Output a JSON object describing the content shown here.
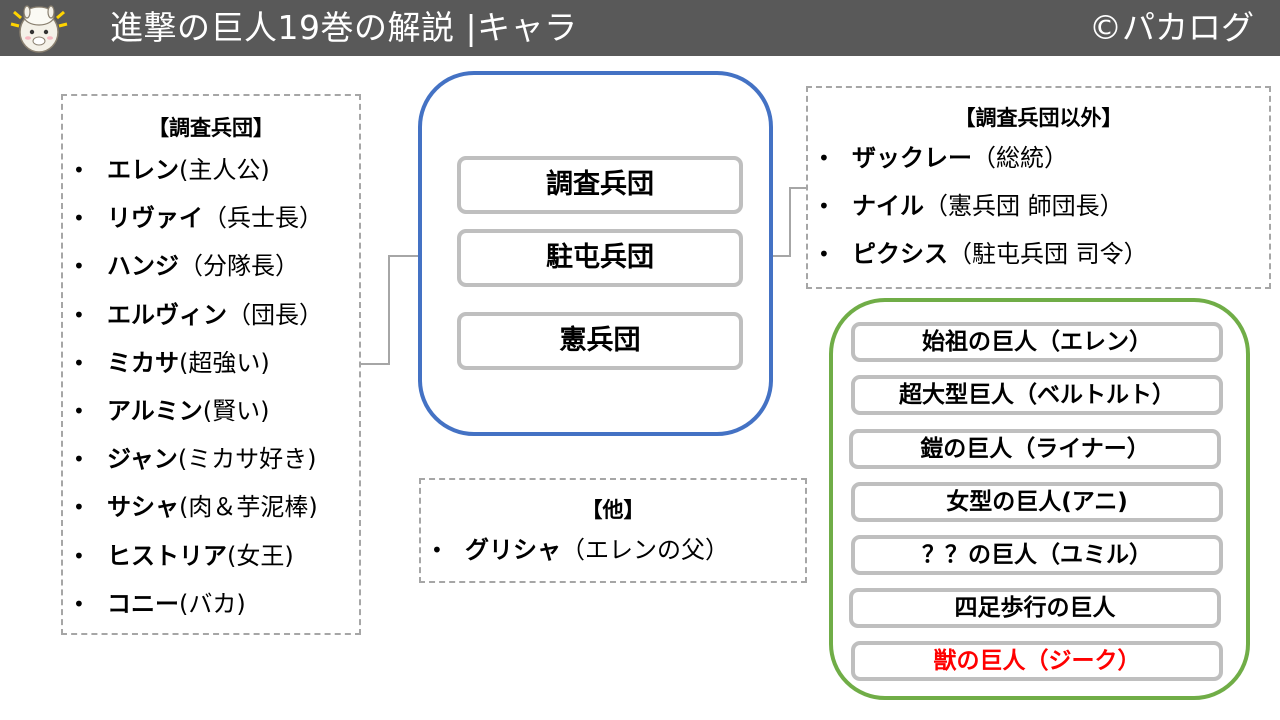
{
  "header": {
    "title": "進撃の巨人19巻の解説 |キャラ",
    "copyright": "©パカログ",
    "mascot_icon": "alpaca-mascot-icon"
  },
  "left_box": {
    "heading": "【調査兵団】",
    "items": [
      {
        "name": "エレン",
        "note": "(主人公)"
      },
      {
        "name": "リヴァイ",
        "note": "（兵士長）"
      },
      {
        "name": "ハンジ",
        "note": "（分隊長）"
      },
      {
        "name": "エルヴィン",
        "note": "（団長）"
      },
      {
        "name": "ミカサ",
        "note": "(超強い)"
      },
      {
        "name": "アルミン",
        "note": "(賢い)"
      },
      {
        "name": "ジャン",
        "note": "(ミカサ好き)"
      },
      {
        "name": "サシャ",
        "note": "(肉＆芋泥棒)"
      },
      {
        "name": "ヒストリア",
        "note": "(女王)"
      },
      {
        "name": "コニー",
        "note": "(バカ)"
      }
    ]
  },
  "center_box": {
    "items": [
      "調査兵団",
      "駐屯兵団",
      "憲兵団"
    ]
  },
  "right_box": {
    "heading": "【調査兵団以外】",
    "items": [
      {
        "name": "ザックレー",
        "note": "（総統）"
      },
      {
        "name": "ナイル",
        "note": "（憲兵団 師団長）"
      },
      {
        "name": "ピクシス",
        "note": "（駐屯兵団 司令）"
      }
    ]
  },
  "other_box": {
    "heading": "【他】",
    "items": [
      {
        "name": "グリシャ",
        "note": "（エレンの父）"
      }
    ]
  },
  "titans": {
    "items": [
      "始祖の巨人（エレン）",
      "超大型巨人（ベルトルト）",
      "鎧の巨人（ライナー）",
      "女型の巨人(アニ)",
      "？？の巨人（ユミル）",
      "四足歩行の巨人",
      "獣の巨人（ジーク）"
    ],
    "highlight_color": "#ff0000"
  },
  "colors": {
    "header_bg": "#595959",
    "center_border": "#4472c4",
    "titan_border": "#70ad47",
    "pill_border": "#bfbfbf",
    "dashed_border": "#a6a6a6"
  }
}
